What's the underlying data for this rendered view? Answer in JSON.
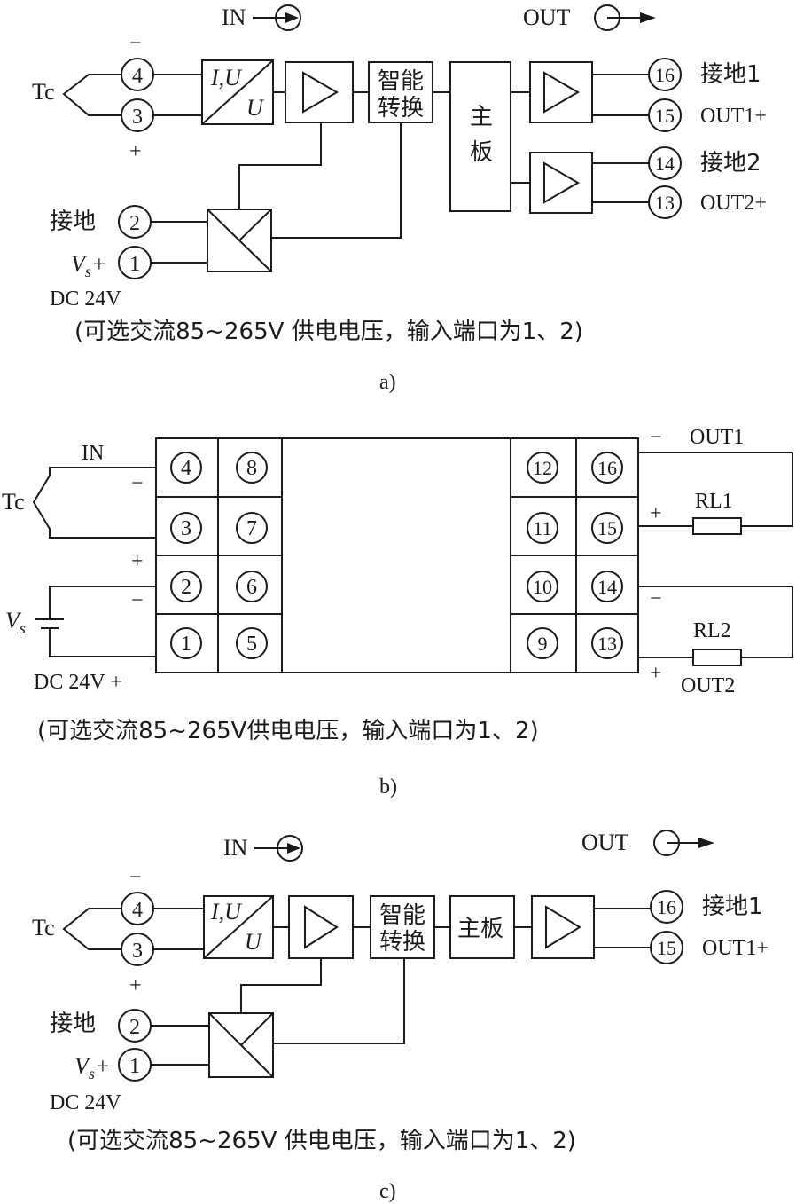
{
  "a": {
    "in_label": "IN",
    "out_label": "OUT",
    "tc": "Tc",
    "minus": "−",
    "plus": "+",
    "t4": "4",
    "t3": "3",
    "t2": "2",
    "t1": "1",
    "t16": "16",
    "t15": "15",
    "t14": "14",
    "t13": "13",
    "iu_top": "I,U",
    "iu_bottom": "U",
    "smart_1": "智能",
    "smart_2": "转换",
    "main_1": "主",
    "main_2": "板",
    "gnd1": "接地1",
    "out1": "OUT1+",
    "gnd2": "接地2",
    "out2": "OUT2+",
    "gnd": "接地",
    "vs": "V",
    "vs_sub": "s",
    "vs_plus": "+",
    "dc": "DC 24V",
    "note": "(可选交流85~265V 供电电压，输入端口为1、2)",
    "caption": "a)"
  },
  "b": {
    "in_label": "IN",
    "tc": "Tc",
    "minus": "−",
    "plus": "+",
    "t4": "4",
    "t3": "3",
    "t2": "2",
    "t1": "1",
    "t8": "8",
    "t7": "7",
    "t6": "6",
    "t5": "5",
    "t12": "12",
    "t11": "11",
    "t10": "10",
    "t9": "9",
    "t16": "16",
    "t15": "15",
    "t14": "14",
    "t13": "13",
    "out1": "OUT1",
    "rl1": "RL1",
    "rl2": "RL2",
    "out2": "OUT2",
    "vs": "V",
    "vs_sub": "s",
    "dc": "DC 24V +",
    "note": "(可选交流85~265V供电电压，输入端口为1、2)",
    "caption": "b)"
  },
  "c": {
    "in_label": "IN",
    "out_label": "OUT",
    "tc": "Tc",
    "minus": "−",
    "plus": "+",
    "t4": "4",
    "t3": "3",
    "t2": "2",
    "t1": "1",
    "t16": "16",
    "t15": "15",
    "iu_top": "I,U",
    "iu_bottom": "U",
    "smart_1": "智能",
    "smart_2": "转换",
    "main": "主板",
    "gnd1": "接地1",
    "out1": "OUT1+",
    "gnd": "接地",
    "vs": "V",
    "vs_sub": "s",
    "vs_plus": "+",
    "dc": "DC 24V",
    "note": "(可选交流85~265V 供电电压，输入端口为1、2)",
    "caption": "c)"
  }
}
